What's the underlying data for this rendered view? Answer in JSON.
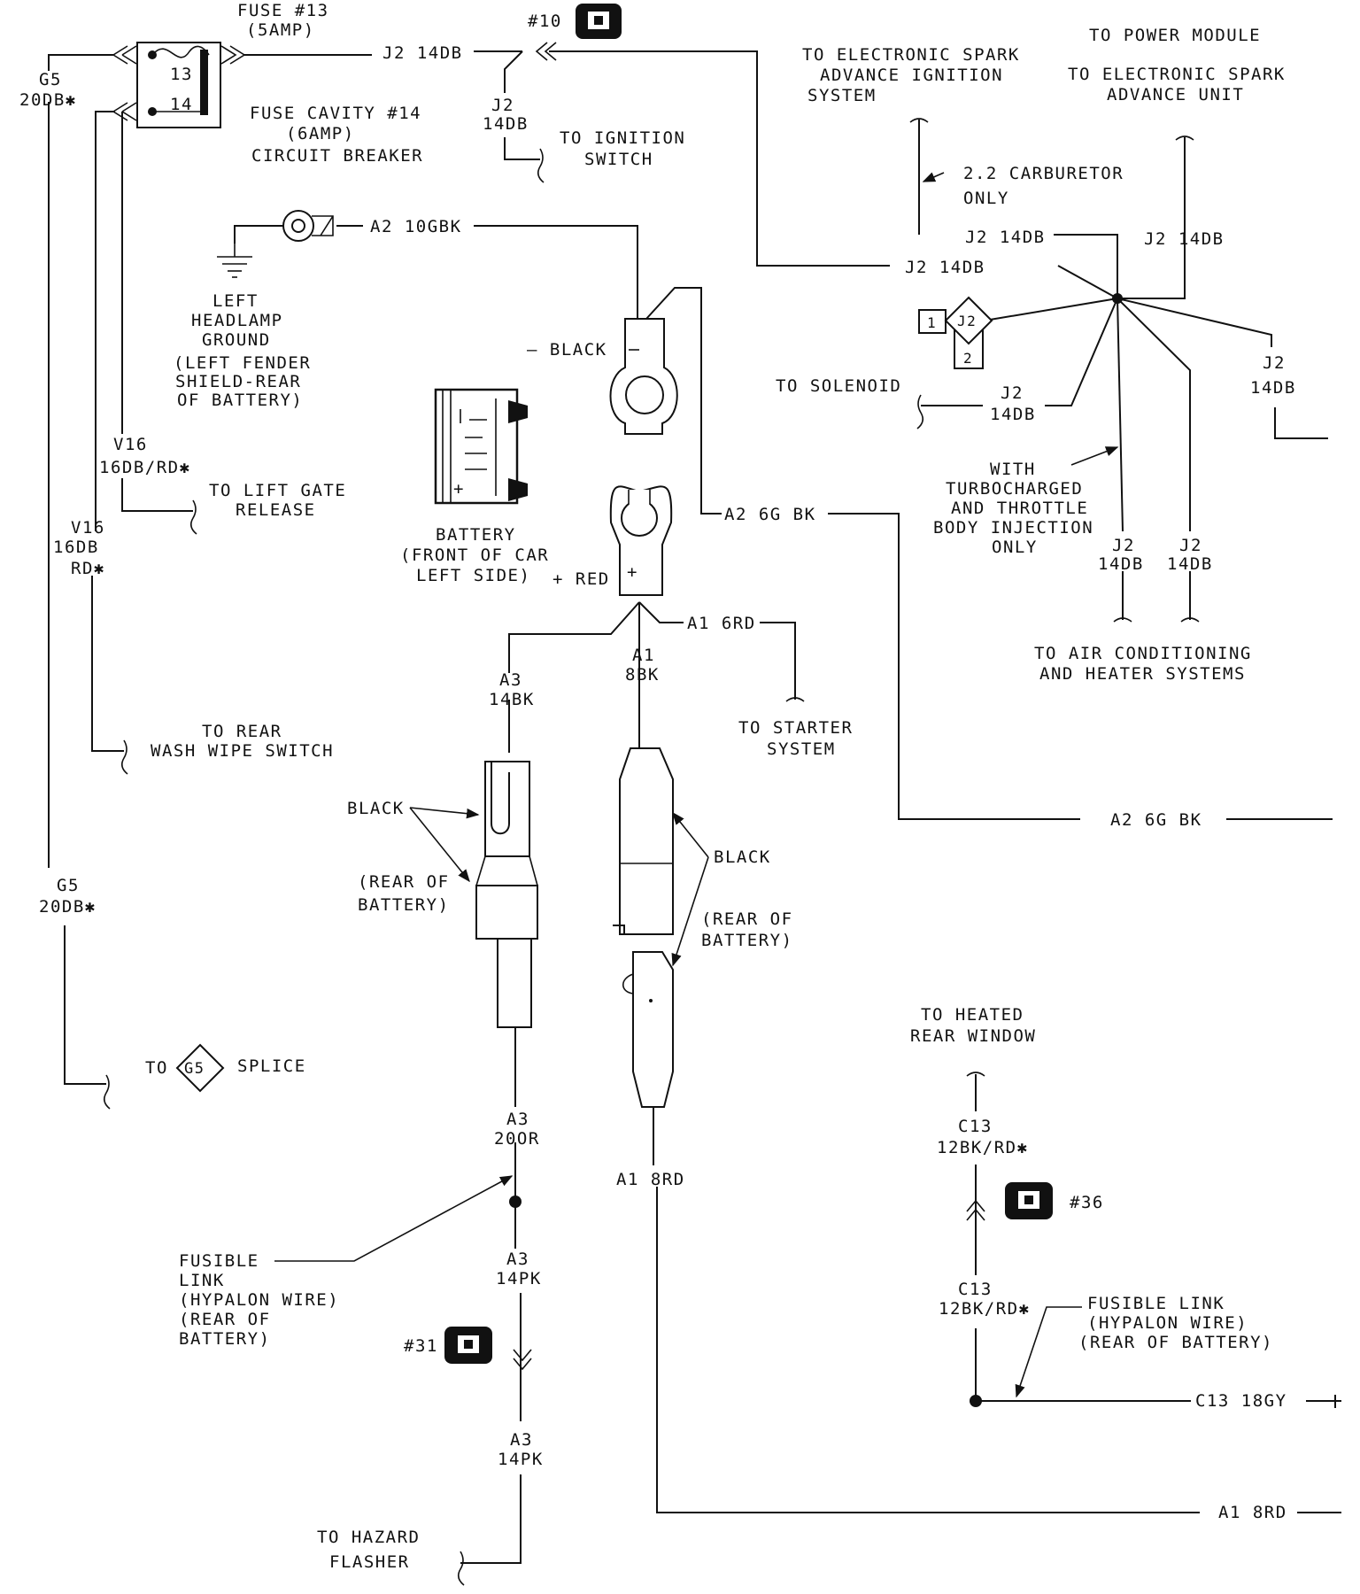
{
  "labels": {
    "fuse13_title": "FUSE #13",
    "fuse13_rating": "(5AMP)",
    "fuse_num13": "13",
    "fuse_num14": "14",
    "fuse14_l1": "FUSE CAVITY #14",
    "fuse14_l2": "(6AMP)",
    "fuse14_l3": "CIRCUIT BREAKER",
    "g5_top_a": "G5",
    "g5_top_b": "20DB✱",
    "j2_top": "J2  14DB",
    "conn10": "#10",
    "j2_ign_a": "J2",
    "j2_ign_b": "14DB",
    "ign_a": "TO IGNITION",
    "ign_b": "SWITCH",
    "esa_sys_a": "TO ELECTRONIC SPARK",
    "esa_sys_b": "ADVANCE IGNITION",
    "esa_sys_c": "SYSTEM",
    "pm": "TO POWER MODULE",
    "esa_unit_a": "TO ELECTRONIC SPARK",
    "esa_unit_b": "ADVANCE UNIT",
    "carb_a": "2.2 CARBURETOR",
    "carb_b": "ONLY",
    "j2_carb": "J2  14DB",
    "j2_esa": "J2  14DB",
    "j2_main": "J2  14DB",
    "splice_j2": "J2",
    "splice_1": "1",
    "splice_2": "2",
    "j2_right_a": "J2",
    "j2_right_b": "14DB",
    "sol": "TO SOLENOID",
    "j2_sol_a": "J2",
    "j2_sol_b": "14DB",
    "turbo_a": "WITH",
    "turbo_b": "TURBOCHARGED",
    "turbo_c": "AND THROTTLE",
    "turbo_d": "BODY INJECTION",
    "turbo_e": "ONLY",
    "j2_ac1_a": "J2",
    "j2_ac1_b": "14DB",
    "j2_ac2_a": "J2",
    "j2_ac2_b": "14DB",
    "ac_a": "TO AIR CONDITIONING",
    "ac_b": "AND HEATER SYSTEMS",
    "a2_10": "A2  10GBK",
    "lh_a": "LEFT",
    "lh_b": "HEADLAMP",
    "lh_c": "GROUND",
    "lh_d": "(LEFT FENDER",
    "lh_e": "SHIELD-REAR",
    "lh_f": "OF BATTERY)",
    "neg_black": "– BLACK",
    "a2_6_top": "A2  6G BK",
    "bat_a": "BATTERY",
    "bat_b": "(FRONT OF CAR",
    "bat_c": "LEFT SIDE)",
    "pos_red": "+ RED",
    "v16_a1": "V16",
    "v16_a2": "16DB/RD✱",
    "lift_a": "TO LIFT GATE",
    "lift_b": "RELEASE",
    "v16_b1": "V16",
    "v16_b2": "16DB",
    "v16_b3": "RD✱",
    "rw_a": "TO REAR",
    "rw_b": "WASH WIPE SWITCH",
    "a1_6": "A1  6RD",
    "a1_8_a": "A1",
    "a1_8_b": "8BK",
    "a3_14_a": "A3",
    "a3_14_b": "14BK",
    "starter_a": "TO STARTER",
    "starter_b": "SYSTEM",
    "black_l": "BLACK",
    "rob_l_a": "(REAR OF",
    "rob_l_b": "BATTERY)",
    "black_r": "BLACK",
    "rob_r_a": "(REAR OF",
    "rob_r_b": "BATTERY)",
    "a2_6_right": "A2  6G BK",
    "g5_mid_a": "G5",
    "g5_mid_b": "20DB✱",
    "to_word": "TO",
    "g5_splice": "G5",
    "splice_word": "SPLICE",
    "a3_20_a": "A3",
    "a3_20_b": "20OR",
    "fl_a": "FUSIBLE",
    "fl_b": "LINK",
    "fl_c": "(HYPALON WIRE)",
    "fl_d": "(REAR OF",
    "fl_e": "BATTERY)",
    "a3_14pk1_a": "A3",
    "a3_14pk1_b": "14PK",
    "conn31": "#31",
    "a3_14pk2_a": "A3",
    "a3_14pk2_b": "14PK",
    "hz_a": "TO HAZARD",
    "hz_b": "FLASHER",
    "a1_8rd_mid": "A1  8RD",
    "a1_8rd_bot": "A1  8RD",
    "hrw_a": "TO HEATED",
    "hrw_b": "REAR WINDOW",
    "c13_a1": "C13",
    "c13_a2": "12BK/RD✱",
    "conn36": "#36",
    "c13_b1": "C13",
    "c13_b2": "12BK/RD✱",
    "fl2_a": "FUSIBLE LINK",
    "fl2_b": "(HYPALON WIRE)",
    "fl2_c": "(REAR OF BATTERY)",
    "c13_18": "C13  18GY"
  },
  "icons": {
    "connector": "connector-plug-icon",
    "ground": "ground-symbol-icon",
    "battery": "battery-icon",
    "splice": "splice-diamond-icon"
  }
}
